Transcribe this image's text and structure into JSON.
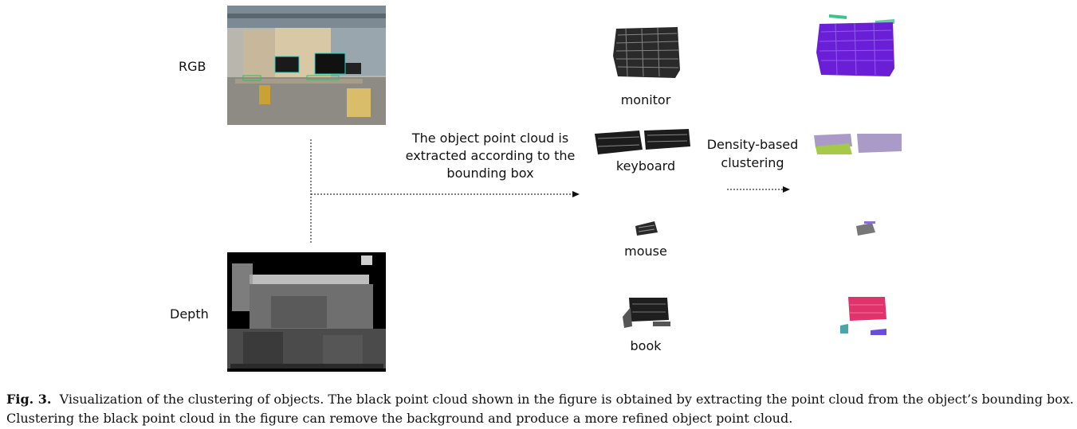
{
  "figure": {
    "row_labels": {
      "rgb": "RGB",
      "depth": "Depth"
    },
    "extract_text": [
      "The object point cloud is",
      "extracted according to the",
      "bounding box"
    ],
    "cluster_text": [
      "Density-based",
      "clustering"
    ],
    "objects": [
      "monitor",
      "keyboard",
      "mouse",
      "book"
    ]
  },
  "caption": {
    "label": "Fig. 3.",
    "text": "Visualization of the clustering of objects. The black point cloud shown in the figure is obtained by extracting the point cloud from the object’s bounding box. Clustering the black point cloud in the figure can remove the background and produce a more refined object point cloud."
  }
}
